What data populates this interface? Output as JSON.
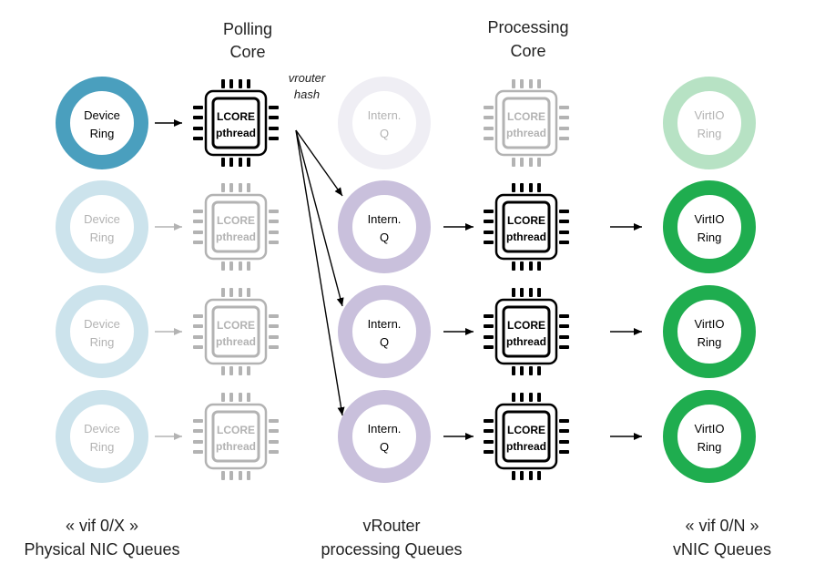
{
  "headers": {
    "polling": [
      "Polling",
      "Core"
    ],
    "processing": [
      "Processing",
      "Core"
    ],
    "hash": [
      "vrouter",
      "hash"
    ]
  },
  "footers": {
    "physical": [
      "« vif 0/X »",
      "Physical NIC Queues"
    ],
    "vrouter": [
      "vRouter",
      "processing Queues"
    ],
    "vnic": [
      "« vif 0/N »",
      "vNIC Queues"
    ]
  },
  "device_ring": [
    "Device",
    "Ring"
  ],
  "intern_q": [
    "Intern.",
    "Q"
  ],
  "virtio_ring": [
    "VirtIO",
    "Ring"
  ],
  "chip": [
    "LCORE",
    "pthread"
  ],
  "colors": {
    "device_ring_active": "#4a9fbe",
    "device_ring_faded": "#cce3ec",
    "intern_q_active": "#c9c0dc",
    "intern_q_faded": "#efeef4",
    "virtio_active": "#1fad4f",
    "virtio_faded": "#b7e2c4",
    "chip_active": "#000000",
    "chip_faded": "#b3b3b3"
  }
}
